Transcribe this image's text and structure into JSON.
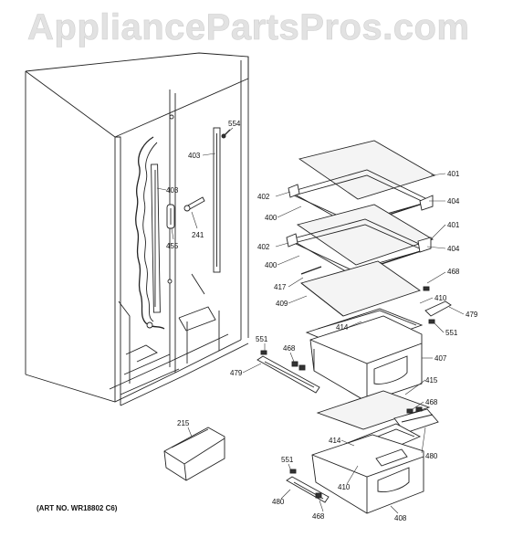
{
  "watermark": "AppliancePartsPros.com",
  "art_number": "(ART NO. WR18802 C6)",
  "callouts": {
    "c554": "554",
    "c403a": "403",
    "c403b": "403",
    "c241": "241",
    "c455": "455",
    "c401a": "401",
    "c402a": "402",
    "c404a": "404",
    "c400a": "400",
    "c401b": "401",
    "c402b": "402",
    "c404b": "404",
    "c400b": "400",
    "c468a": "468",
    "c417": "417",
    "c409": "409",
    "c410a": "410",
    "c479a": "479",
    "c414a": "414",
    "c551a": "551",
    "c551b": "551",
    "c468b": "468",
    "c479b": "479",
    "c407": "407",
    "c415": "415",
    "c468c": "468",
    "c215": "215",
    "c414b": "414",
    "c480a": "480",
    "c551c": "551",
    "c410b": "410",
    "c480b": "480",
    "c468d": "468",
    "c408": "408"
  }
}
